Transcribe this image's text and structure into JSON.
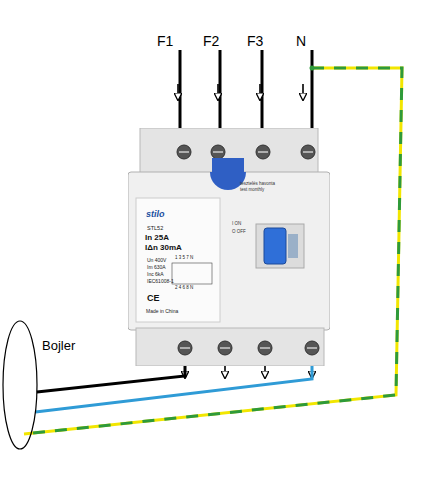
{
  "diagram": {
    "nodes": [
      {
        "text": [
          "stilo",
          "STL52",
          "In 25A",
          "IΔn 30mA",
          "Un 400V",
          "Im 630A",
          "Inc 6kA",
          "IEC61008-1",
          "CE",
          "Made in China",
          "1 3 5 7 N",
          "2 4 6 8 N",
          "tesztelés havonta",
          "test monthly",
          "I ON",
          "O OFF"
        ]
      },
      {
        "text": [
          "Bojler"
        ]
      }
    ],
    "edges": [
      {
        "from": 0,
        "to": 1,
        "arrow": "none"
      },
      {
        "from": 0,
        "to": 1,
        "arrow": "none"
      }
    ],
    "labels": [
      "F1",
      "F2",
      "F3",
      "N"
    ]
  }
}
